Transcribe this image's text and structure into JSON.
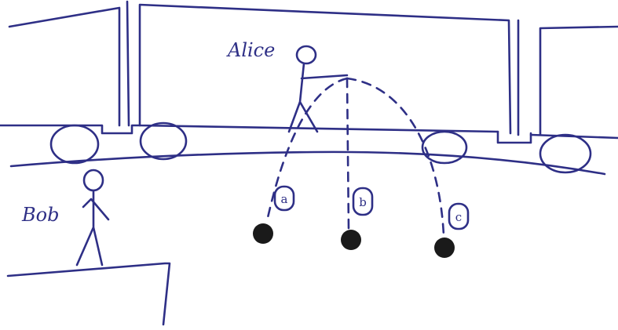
{
  "labels": {
    "alice": "Alice",
    "bob": "Bob"
  },
  "options": [
    {
      "label": "a"
    },
    {
      "label": "b"
    },
    {
      "label": "c"
    }
  ],
  "colors": {
    "ink": "#2e2f86",
    "ball": "#1a1a1a",
    "background": "#ffffff"
  }
}
